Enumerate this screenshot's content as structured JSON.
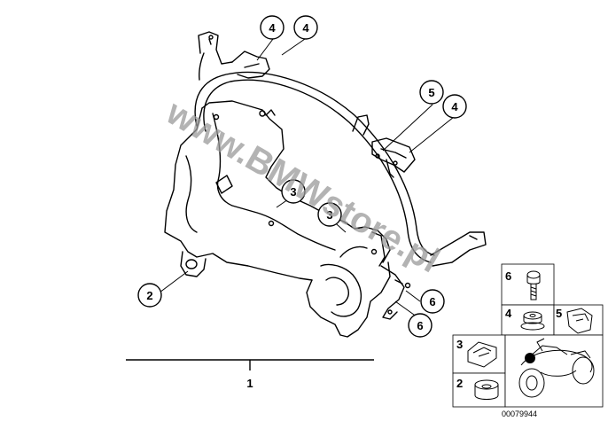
{
  "watermark": "www.BMWstore.pl",
  "callouts": {
    "c4a": "4",
    "c4b": "4",
    "c5": "5",
    "c4c": "4",
    "c3a": "3",
    "c3b": "3",
    "c2": "2",
    "c6a": "6",
    "c6b": "6"
  },
  "main_part_label": "1",
  "legend": {
    "l6": "6",
    "l4": "4",
    "l5": "5",
    "l3": "3",
    "l2": "2"
  },
  "diagram_number": "00079944"
}
